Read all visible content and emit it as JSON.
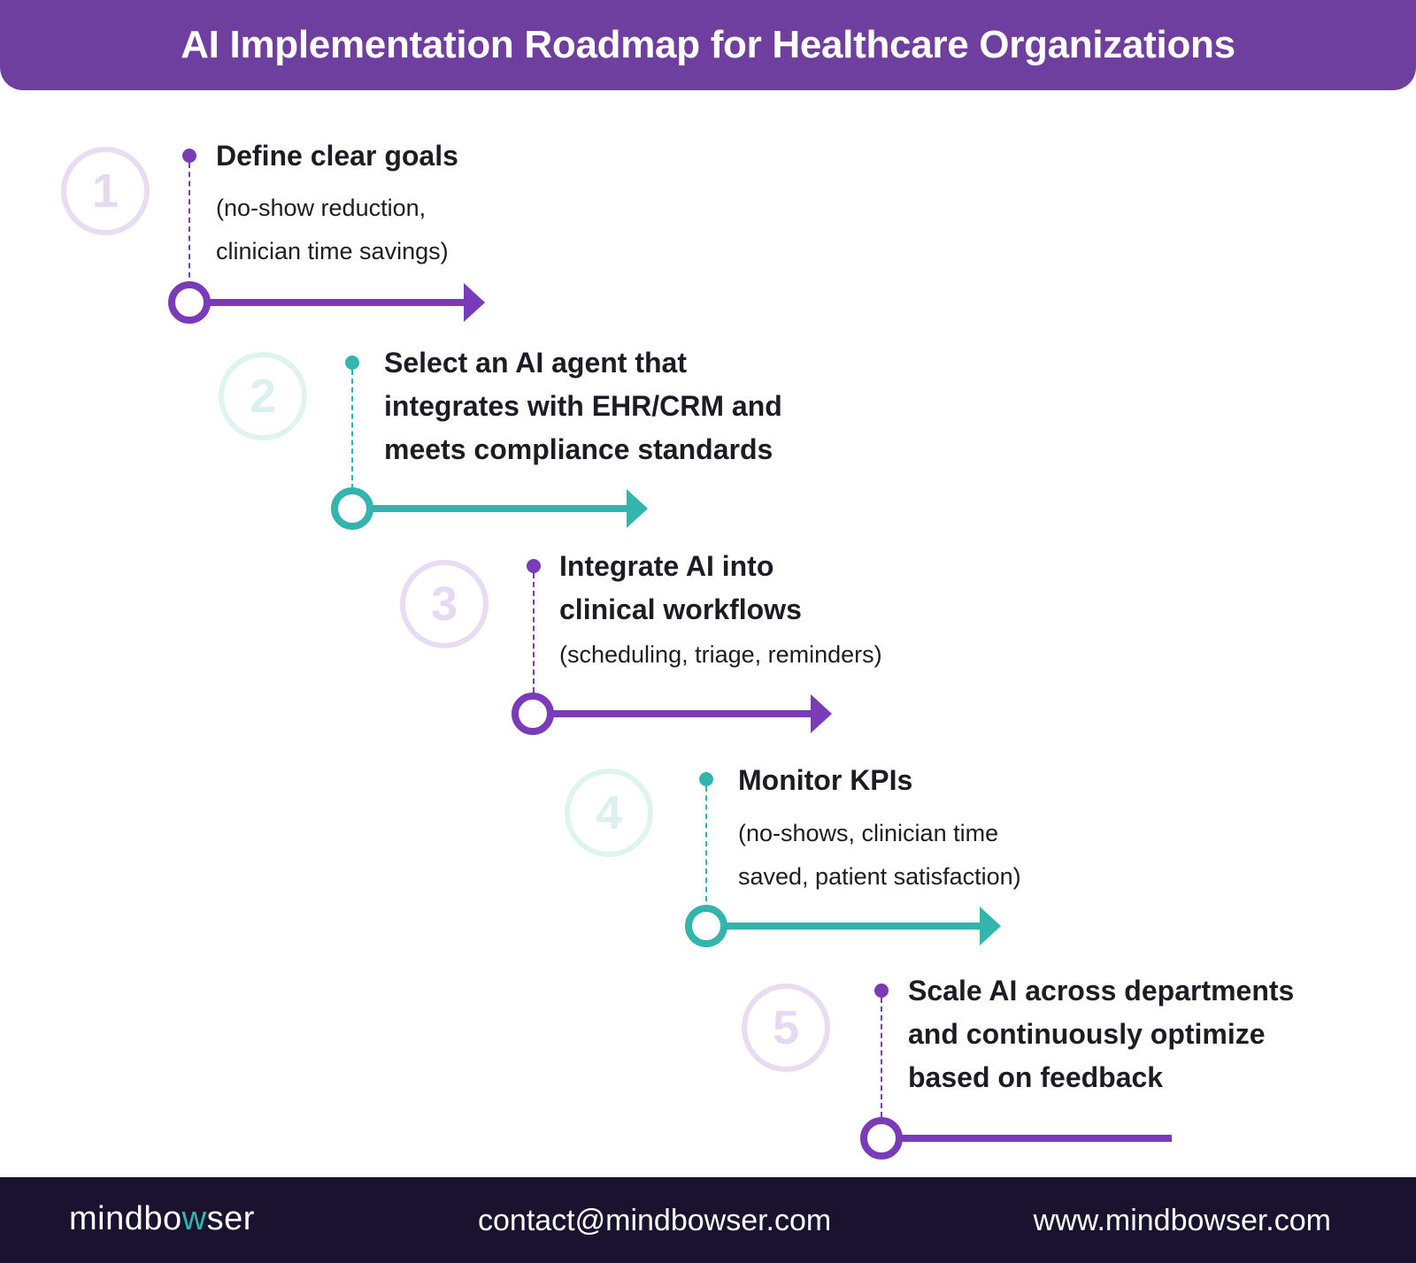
{
  "header": {
    "title": "AI Implementation Roadmap for Healthcare Organizations"
  },
  "steps": [
    {
      "number": "1",
      "title_lines": [
        "Define clear goals"
      ],
      "sub_lines": [
        "(no-show reduction,",
        "clinician time savings)"
      ],
      "color": "#7a3bb8"
    },
    {
      "number": "2",
      "title_lines": [
        "Select an AI agent that",
        "integrates with EHR/CRM and",
        "meets compliance standards"
      ],
      "sub_lines": [],
      "color": "#33b5ad"
    },
    {
      "number": "3",
      "title_lines": [
        "Integrate AI into",
        "clinical workflows"
      ],
      "sub_lines": [
        "(scheduling, triage, reminders)"
      ],
      "color": "#7a3bb8"
    },
    {
      "number": "4",
      "title_lines": [
        "Monitor KPIs"
      ],
      "sub_lines": [
        "(no-shows, clinician time",
        "saved, patient satisfaction)"
      ],
      "color": "#33b5ad"
    },
    {
      "number": "5",
      "title_lines": [
        "Scale AI across departments",
        "and continuously optimize",
        "based on feedback"
      ],
      "sub_lines": [],
      "color": "#7a3bb8"
    }
  ],
  "footer": {
    "logo_prefix": "mindbo",
    "logo_accent": "w",
    "logo_suffix": "ser",
    "email": "contact@mindbowser.com",
    "website": "www.mindbowser.com"
  },
  "colors": {
    "header": "#6e3f9e",
    "purple": "#7a3bb8",
    "teal": "#33b5ad",
    "footer": "#1b1230"
  }
}
